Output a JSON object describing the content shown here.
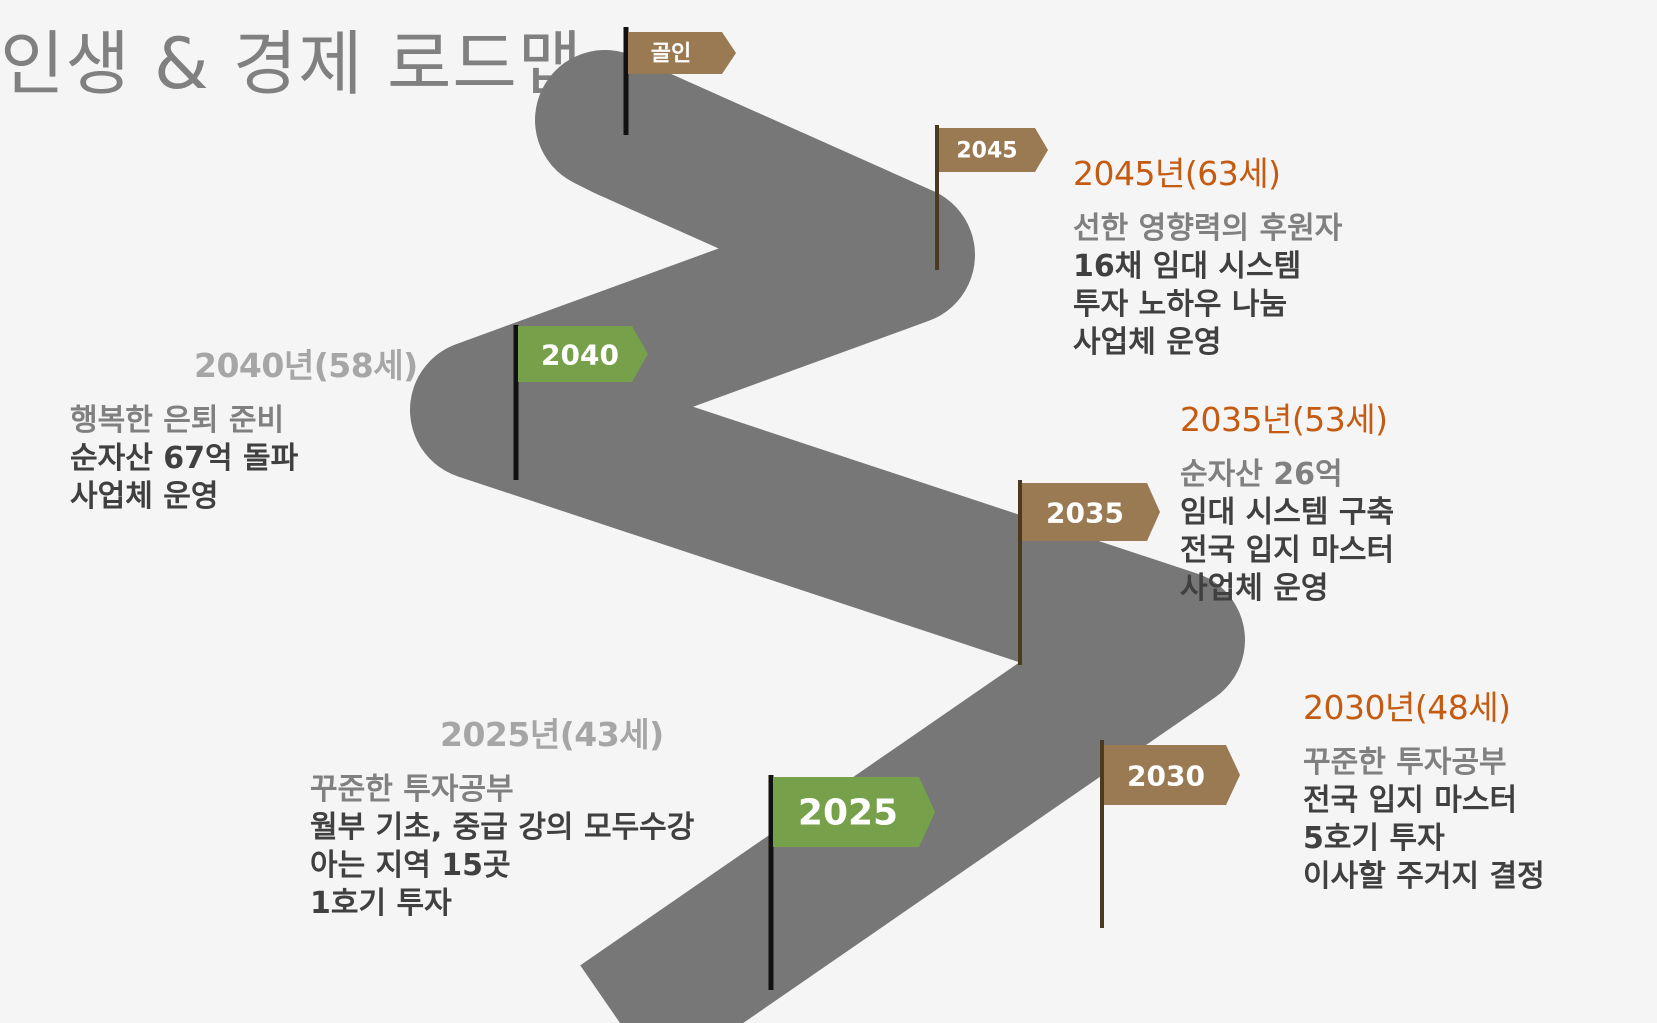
{
  "title": "인생 & 경제 로드맵",
  "colors": {
    "road": "#777777",
    "brown_flag": "#9a7a52",
    "green_flag": "#76a049",
    "pole": "#111111",
    "year_accent": "#c55a11",
    "year_gray": "#a6a6a6",
    "text_dark": "#404040",
    "text_light": "#808080"
  },
  "flags": {
    "goal": "골인",
    "y2045": "2045",
    "y2040": "2040",
    "y2035": "2035",
    "y2030": "2030",
    "y2025": "2025"
  },
  "milestones": {
    "m2045": {
      "year": "2045년(63세)",
      "lines": [
        "선한 영향력의 후원자",
        "16채 임대 시스템",
        "투자 노하우 나눔",
        "사업체 운영"
      ]
    },
    "m2040": {
      "year": "2040년(58세)",
      "lines": [
        "행복한 은퇴 준비",
        "순자산 67억 돌파",
        "사업체 운영"
      ]
    },
    "m2035": {
      "year": "2035년(53세)",
      "lines": [
        "순자산 26억",
        "임대 시스템 구축",
        "전국 입지 마스터",
        "사업체 운영"
      ]
    },
    "m2030": {
      "year": "2030년(48세)",
      "lines": [
        "꾸준한 투자공부",
        "전국 입지 마스터",
        "5호기 투자",
        "이사할 주거지 결정"
      ]
    },
    "m2025": {
      "year": "2025년(43세)",
      "lines": [
        "꾸준한 투자공부",
        "월부 기초, 중급 강의 모두수강",
        "아는 지역 15곳",
        "1호기 투자"
      ]
    }
  }
}
